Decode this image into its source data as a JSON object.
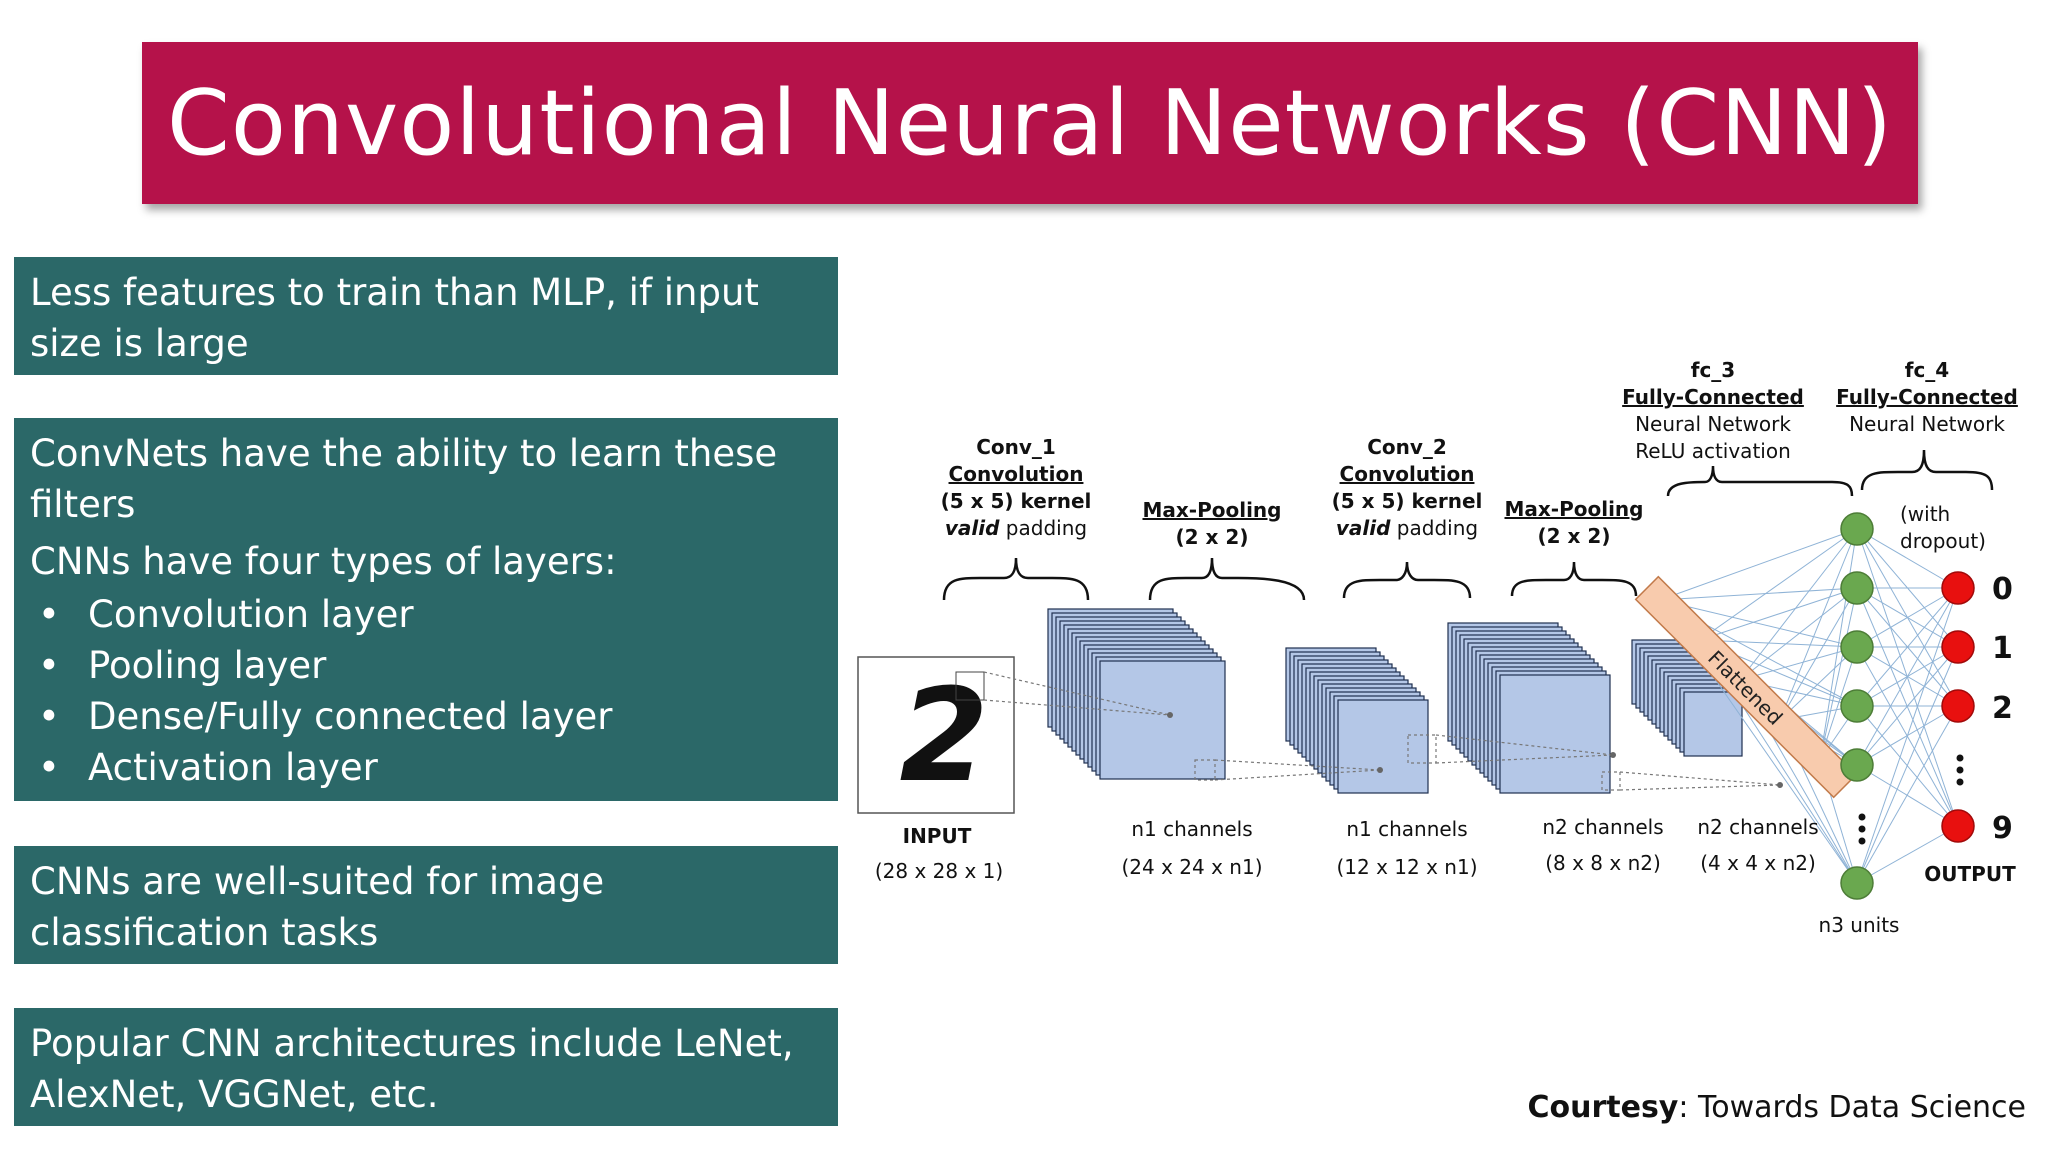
{
  "title": "Convolutional Neural Networks (CNN)",
  "boxes": {
    "box1": "Less features to train than MLP, if input size is large",
    "box2_line1": "ConvNets have the ability to learn these filters",
    "box2_line2": "CNNs have four types of layers:",
    "box2_bullets": [
      "Convolution layer",
      "Pooling layer",
      "Dense/Fully connected layer",
      "Activation layer"
    ],
    "box3": "CNNs are well-suited for image classification tasks",
    "box4": "Popular CNN architectures include LeNet, AlexNet, VGGNet, etc."
  },
  "diagram": {
    "conv1": {
      "name": "Conv_1",
      "type": "Convolution",
      "kernel": "(5 x 5) kernel",
      "padding_em": "valid",
      "padding_rest": " padding"
    },
    "pool1": {
      "type": "Max-Pooling",
      "size": "(2 x 2)"
    },
    "conv2": {
      "name": "Conv_2",
      "type": "Convolution",
      "kernel": "(5 x 5) kernel",
      "padding_em": "valid",
      "padding_rest": " padding"
    },
    "pool2": {
      "type": "Max-Pooling",
      "size": "(2 x 2)"
    },
    "fc3": {
      "name": "fc_3",
      "type": "Fully-Connected",
      "line1": "Neural Network",
      "line2": "ReLU activation"
    },
    "fc4": {
      "name": "fc_4",
      "type": "Fully-Connected",
      "line1": "Neural Network"
    },
    "dropout1": "(with",
    "dropout2": "dropout)",
    "input_label": "INPUT",
    "input_dims": "(28 x 28 x 1)",
    "fm1_label": "n1 channels",
    "fm1_dims": "(24 x 24 x n1)",
    "fm2_label": "n1 channels",
    "fm2_dims": "(12 x 12 x n1)",
    "fm3_label": "n2 channels",
    "fm3_dims": "(8 x 8 x n2)",
    "fm4_label": "n2 channels",
    "fm4_dims": "(4 x 4 x n2)",
    "flattened": "Flattened",
    "n3_units": "n3 units",
    "output_label": "OUTPUT",
    "output_digits": [
      "0",
      "1",
      "2",
      "9"
    ],
    "input_digit": "2",
    "colors": {
      "green_node": "#6aa84f",
      "red_node": "#e8100f",
      "feature_map": "#b4c7e7",
      "flattened": "#f8cbad"
    }
  },
  "courtesy_bold": "Courtesy",
  "courtesy_rest": ": Towards Data Science"
}
